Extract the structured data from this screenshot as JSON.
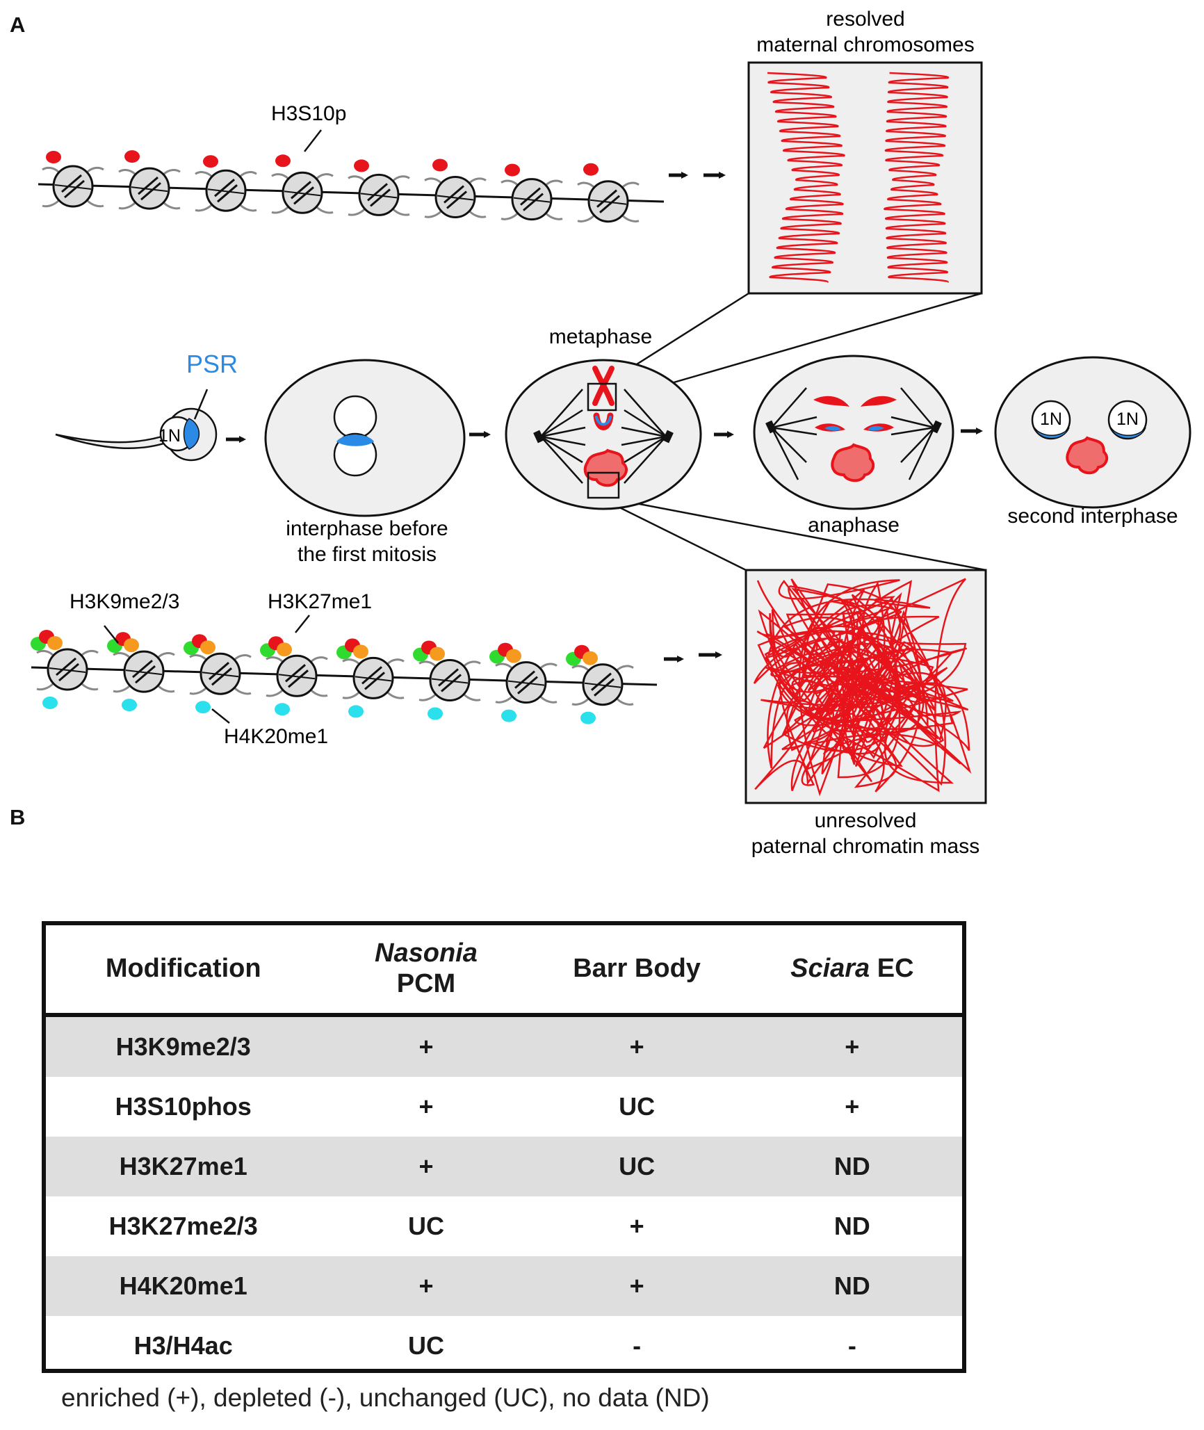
{
  "panels": {
    "a": "A",
    "b": "B"
  },
  "colors": {
    "red": "#e8141b",
    "blue": "#2a8ae6",
    "green": "#2fdb2f",
    "orange": "#f59a1e",
    "cyan": "#29e0ec",
    "cell_fill": "#efefef",
    "table_shade": "#dedede"
  },
  "panel_a": {
    "top_strand_label": "H3S10p",
    "bottom_strand_labels": {
      "h3k9": "H3K9me2/3",
      "h3k27": "H3K27me1",
      "h4k20": "H4K20me1"
    },
    "psr_label": "PSR",
    "sperm_nucleus_label": "1N",
    "stage_labels": {
      "interphase": "interphase before\nthe first mitosis",
      "metaphase": "metaphase",
      "anaphase": "anaphase",
      "second_interphase": "second interphase"
    },
    "second_interphase_nuclei": [
      "1N",
      "1N"
    ],
    "zoom_top_title": "resolved\nmaternal chromosomes",
    "zoom_bottom_title": "unresolved\npaternal chromatin mass"
  },
  "table": {
    "headers": [
      {
        "plain": "Modification",
        "italic": ""
      },
      {
        "italic": "Nasonia",
        "plain": "PCM"
      },
      {
        "plain": "Barr Body",
        "italic": ""
      },
      {
        "italic": "Sciara",
        "plain": "EC"
      }
    ],
    "rows": [
      [
        "H3K9me2/3",
        "+",
        "+",
        "+"
      ],
      [
        "H3S10phos",
        "+",
        "UC",
        "+"
      ],
      [
        "H3K27me1",
        "+",
        "UC",
        "ND"
      ],
      [
        "H3K27me2/3",
        "UC",
        "+",
        "ND"
      ],
      [
        "H4K20me1",
        "+",
        "+",
        "ND"
      ],
      [
        "H3/H4ac",
        "UC",
        "-",
        "-"
      ]
    ],
    "footnote": "enriched (+), depleted (-), unchanged (UC), no data (ND)"
  }
}
